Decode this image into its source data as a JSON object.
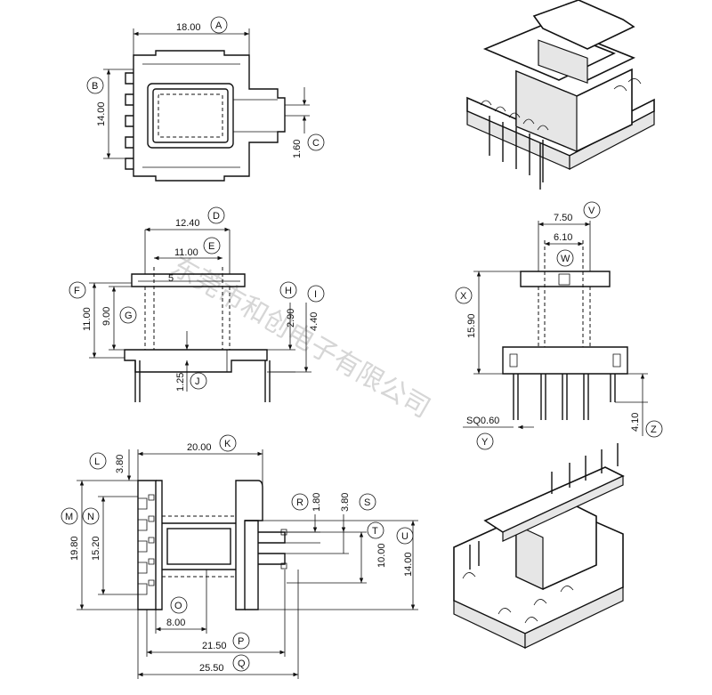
{
  "watermark": "东莞市和创电子有限公司",
  "top_view": {
    "dims": [
      {
        "id": "A",
        "value": "18.00"
      },
      {
        "id": "B",
        "value": "14.00"
      },
      {
        "id": "C",
        "value": "1.60"
      }
    ]
  },
  "front_view": {
    "dims": [
      {
        "id": "D",
        "value": "12.40"
      },
      {
        "id": "E",
        "value": "11.00"
      },
      {
        "id": "F",
        "value": "11.00"
      },
      {
        "id": "G",
        "value": "9.00"
      },
      {
        "id": "H",
        "value": "2.90"
      },
      {
        "id": "I",
        "value": "4.40"
      },
      {
        "id": "J",
        "value": "1.25"
      }
    ],
    "mark": "5"
  },
  "side_view": {
    "dims": [
      {
        "id": "V",
        "value": "7.50"
      },
      {
        "id": "W",
        "value": "6.10"
      },
      {
        "id": "X",
        "value": "15.90"
      },
      {
        "id": "Y",
        "value": "SQ0.60"
      },
      {
        "id": "Z",
        "value": "4.10"
      }
    ]
  },
  "bottom_view": {
    "dims": [
      {
        "id": "K",
        "value": "20.00"
      },
      {
        "id": "L",
        "value": "3.80"
      },
      {
        "id": "M",
        "value": "19.80"
      },
      {
        "id": "N",
        "value": "15.20"
      },
      {
        "id": "O",
        "value": "8.00"
      },
      {
        "id": "P",
        "value": "21.50"
      },
      {
        "id": "Q",
        "value": "25.50"
      },
      {
        "id": "R",
        "value": "1.80"
      },
      {
        "id": "S",
        "value": "3.80"
      },
      {
        "id": "T",
        "value": "10.00"
      },
      {
        "id": "U",
        "value": "14.00"
      }
    ]
  }
}
